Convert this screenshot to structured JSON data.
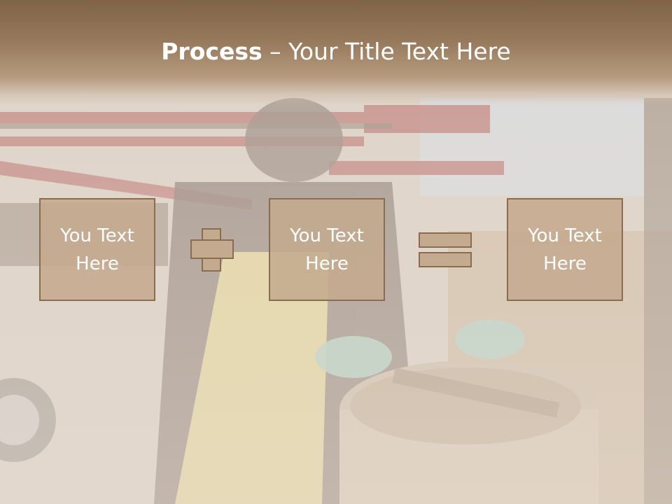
{
  "slide": {
    "title_strong": "Process",
    "title_rest": " – Your Title Text Here"
  },
  "boxes": [
    {
      "text": "You Text Here"
    },
    {
      "text": "You Text Here"
    },
    {
      "text": "You Text Here"
    }
  ],
  "operators": [
    "plus-icon",
    "equals-icon"
  ],
  "colors": {
    "title_band": "#806448",
    "box_fill": "#c4aa8e",
    "box_border": "#8a6c50",
    "text": "#ffffff"
  }
}
